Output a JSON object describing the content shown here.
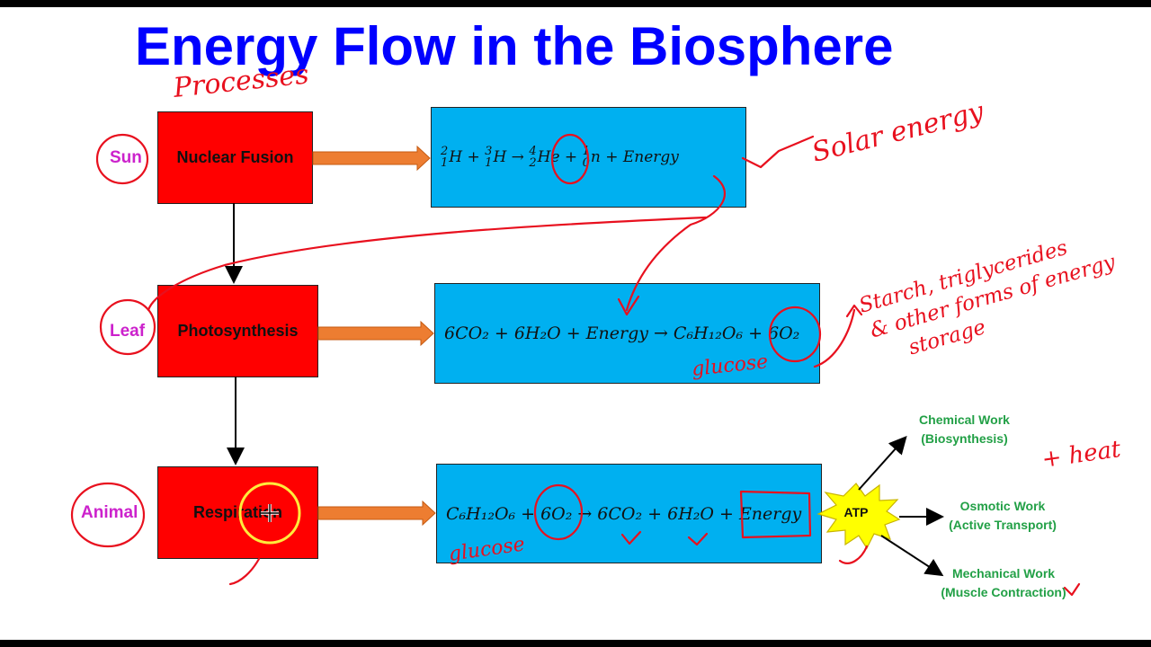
{
  "title": "Energy Flow in the Biosphere",
  "annotation_processes": "Processes",
  "rows": [
    {
      "source": "Sun",
      "process": "Nuclear Fusion",
      "equation": {
        "h2": "H",
        "h2_mass": "2",
        "h2_z": "1",
        "h3": "H",
        "h3_mass": "3",
        "h3_z": "1",
        "he": "He",
        "he_mass": "4",
        "he_z": "2",
        "n": "n",
        "n_mass": "1",
        "n_z": "0",
        "energy": "Energy"
      },
      "note": "Solar energy"
    },
    {
      "source": "Leaf",
      "process": "Photosynthesis",
      "equation": {
        "lhs": "6CO₂ + 6H₂O + Energy",
        "arrow": "→",
        "product1": "C₆H₁₂O₆",
        "plus": "+",
        "product2": "6O₂"
      },
      "note_glucose": "glucose",
      "note": "Starch, triglycerides & other forms of energy storage"
    },
    {
      "source": "Animal",
      "process": "Respiration",
      "equation": {
        "glucose": "C₆H₁₂O₆",
        "plus1": "+",
        "oxygen": "6O₂",
        "arrow": "→",
        "rhs": "6CO₂ + 6H₂O +",
        "energy": "Energy"
      },
      "note_glucose": "glucose"
    }
  ],
  "atp": {
    "label": "ATP",
    "outputs": [
      {
        "line1": "Chemical Work",
        "line2": "(Biosynthesis)"
      },
      {
        "line1": "Osmotic Work",
        "line2": "(Active Transport)"
      },
      {
        "line1": "Mechanical Work",
        "line2": "(Muscle Contraction)"
      }
    ],
    "note": "+ heat"
  },
  "colors": {
    "title": "#0000ff",
    "process_box": "#ff0000",
    "equation_box": "#00b0f0",
    "arrow": "#ed7d31",
    "source_label": "#cc22cc",
    "work_label": "#22a046",
    "atp_star": "#ffff00",
    "annotation": "#e8101e",
    "cursor_highlight": "#ffeb3b"
  },
  "icons": [
    "cursor-crosshair-icon"
  ]
}
